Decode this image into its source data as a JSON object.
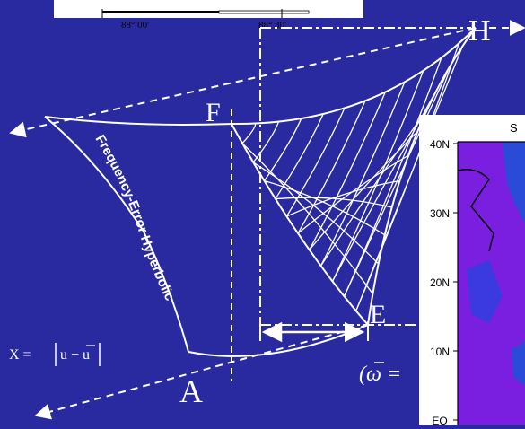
{
  "top_scale": {
    "tick_left": "88° 00'",
    "tick_right": "88° 30'"
  },
  "points": {
    "F": "F",
    "H": "H",
    "E": "E",
    "A": "A"
  },
  "hyperbola_label": "Frequency-Error Hyperbolic",
  "formula": {
    "lhs": "X =",
    "abs_content": "u − u"
  },
  "omega_fragment": "(ω =",
  "map": {
    "header_char": "S",
    "lat_labels": [
      "40N",
      "30N",
      "20N",
      "10N",
      "EQ"
    ]
  },
  "colors": {
    "background": "#2a2aa0",
    "lines": "#ffffff",
    "map_bg": "#ffffff",
    "map_land": "#7a1fe0",
    "map_water": "#2a4ad8"
  }
}
